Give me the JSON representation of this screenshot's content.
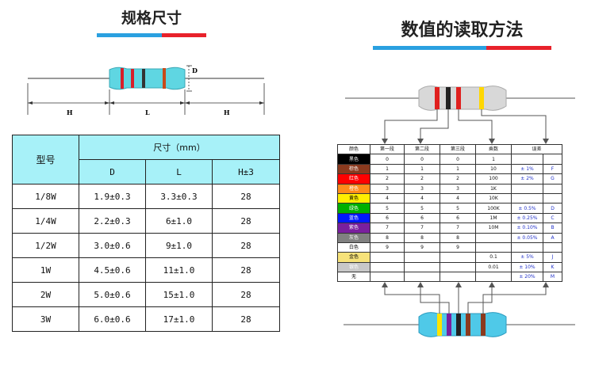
{
  "left": {
    "title": "规格尺寸",
    "dim_labels": {
      "d": "D",
      "h1": "H",
      "l": "L",
      "h2": "H"
    },
    "table": {
      "model_header": "型号",
      "size_header": "尺寸（mm）",
      "sub_headers": [
        "D",
        "L",
        "H±3"
      ],
      "rows": [
        [
          "1/8W",
          "1.9±0.3",
          "3.3±0.3",
          "28"
        ],
        [
          "1/4W",
          "2.2±0.3",
          "6±1.0",
          "28"
        ],
        [
          "1/2W",
          "3.0±0.6",
          "9±1.0",
          "28"
        ],
        [
          "1W",
          "4.5±0.6",
          "11±1.0",
          "28"
        ],
        [
          "2W",
          "5.0±0.6",
          "15±1.0",
          "28"
        ],
        [
          "3W",
          "6.0±0.6",
          "17±1.0",
          "28"
        ]
      ]
    }
  },
  "right": {
    "title": "数值的读取方法",
    "table": {
      "headers": [
        "颜色",
        "第一段",
        "第二段",
        "第三段",
        "乘数",
        "误差"
      ],
      "rows": [
        {
          "color": "黑色",
          "bg": "#000000",
          "fg": "#ffffff",
          "c1": "0",
          "c2": "0",
          "c3": "0",
          "mult": "1",
          "tol": "",
          "code": ""
        },
        {
          "color": "棕色",
          "bg": "#8b3a1e",
          "fg": "#ffffff",
          "c1": "1",
          "c2": "1",
          "c3": "1",
          "mult": "10",
          "tol": "± 1%",
          "code": "F"
        },
        {
          "color": "红色",
          "bg": "#ff0000",
          "fg": "#ffffff",
          "c1": "2",
          "c2": "2",
          "c3": "2",
          "mult": "100",
          "tol": "± 2%",
          "code": "G"
        },
        {
          "color": "橙色",
          "bg": "#ff8c1a",
          "fg": "#ffffff",
          "c1": "3",
          "c2": "3",
          "c3": "3",
          "mult": "1K",
          "tol": "",
          "code": ""
        },
        {
          "color": "黄色",
          "bg": "#ffee00",
          "fg": "#000000",
          "c1": "4",
          "c2": "4",
          "c3": "4",
          "mult": "10K",
          "tol": "",
          "code": ""
        },
        {
          "color": "绿色",
          "bg": "#00b000",
          "fg": "#ffffff",
          "c1": "5",
          "c2": "5",
          "c3": "5",
          "mult": "100K",
          "tol": "± 0.5%",
          "code": "D"
        },
        {
          "color": "蓝色",
          "bg": "#0018ff",
          "fg": "#ffffff",
          "c1": "6",
          "c2": "6",
          "c3": "6",
          "mult": "1M",
          "tol": "± 0.25%",
          "code": "C"
        },
        {
          "color": "紫色",
          "bg": "#7a1f9e",
          "fg": "#ffffff",
          "c1": "7",
          "c2": "7",
          "c3": "7",
          "mult": "10M",
          "tol": "± 0.10%",
          "code": "B"
        },
        {
          "color": "灰色",
          "bg": "#808080",
          "fg": "#ffffff",
          "c1": "8",
          "c2": "8",
          "c3": "8",
          "mult": "",
          "tol": "± 0.05%",
          "code": "A"
        },
        {
          "color": "白色",
          "bg": "#ffffff",
          "fg": "#000000",
          "c1": "9",
          "c2": "9",
          "c3": "9",
          "mult": "",
          "tol": "",
          "code": ""
        },
        {
          "color": "金色",
          "bg": "#f6e27a",
          "fg": "#000000",
          "c1": "",
          "c2": "",
          "c3": "",
          "mult": "0.1",
          "tol": "± 5%",
          "code": "J"
        },
        {
          "color": "银色",
          "bg": "#c8c8c8",
          "fg": "#ffffff",
          "c1": "",
          "c2": "",
          "c3": "",
          "mult": "0.01",
          "tol": "± 10%",
          "code": "K"
        },
        {
          "color": "无",
          "bg": "#ffffff",
          "fg": "#000000",
          "c1": "",
          "c2": "",
          "c3": "",
          "mult": "",
          "tol": "± 20%",
          "code": "M"
        }
      ]
    }
  },
  "colors": {
    "accent_blue": "#2aa0e0",
    "accent_red": "#e8212b",
    "header_cyan": "#a7f1f8",
    "resistor_body": "#5fd6e2",
    "resistor_top_body": "#d8d8d8"
  }
}
